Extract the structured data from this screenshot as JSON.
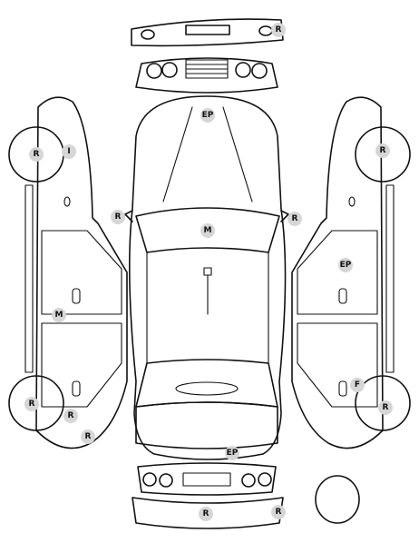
{
  "diagram": {
    "colors": {
      "line": "#111111",
      "badge_fill": "#d6d6d6",
      "badge_text": "#111111",
      "background": "#ffffff"
    },
    "labels": {
      "rear_bumper_top": "R",
      "front_hood_ep": "EP",
      "left_front_wheel": "R",
      "left_front_fender": "I",
      "left_mirror": "R",
      "right_mirror": "R",
      "roof": "M",
      "right_front_wheel": "R",
      "right_front_door": "EP",
      "left_sill": "M",
      "right_rear_door": "F",
      "left_rear_wheel": "R",
      "left_rear_wheel_arch": "R",
      "left_rear_corner": "R",
      "right_rear_wheel": "R",
      "trunk_ep": "EP",
      "rear_bumper_bottom_1": "R",
      "rear_bumper_bottom_2": "R"
    }
  }
}
